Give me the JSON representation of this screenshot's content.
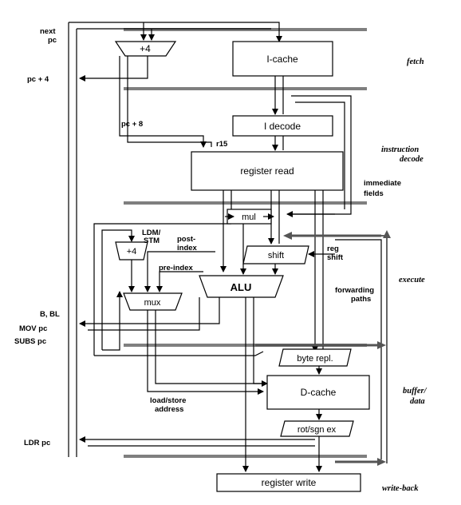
{
  "labels": {
    "next_pc_1": "next",
    "next_pc_2": "pc",
    "pc_plus_4": "pc + 4",
    "pc_plus_8": "pc + 8",
    "r15": "r15",
    "immediate_1": "immediate",
    "immediate_2": "fields",
    "ldm_stm_1": "LDM/",
    "ldm_stm_2": "STM",
    "post_index_1": "post-",
    "post_index_2": "index",
    "pre_index": "pre-index",
    "reg_shift_1": "reg",
    "reg_shift_2": "shift",
    "forwarding_1": "forwarding",
    "forwarding_2": "paths",
    "b_bl": "B, BL",
    "mov_pc": "MOV pc",
    "subs_pc": "SUBS pc",
    "load_store_1": "load/store",
    "load_store_2": "address",
    "ldr_pc": "LDR pc"
  },
  "stages": {
    "fetch": "fetch",
    "decode_1": "instruction",
    "decode_2": "decode",
    "execute": "execute",
    "buffer_1": "buffer/",
    "buffer_2": "data",
    "writeback": "write-back"
  },
  "blocks": {
    "adder_top": "+4",
    "icache": "I-cache",
    "idecode": "I decode",
    "register_read": "register read",
    "mul": "mul",
    "adder_mid": "+4",
    "shift": "shift",
    "alu": "ALU",
    "mux": "mux",
    "byte_repl": "byte repl.",
    "dcache": "D-cache",
    "rot_sgn": "rot/sgn ex",
    "register_write": "register write"
  },
  "colors": {
    "line": "#000000",
    "stage_bar": "#7f7f7f",
    "background": "#ffffff"
  }
}
